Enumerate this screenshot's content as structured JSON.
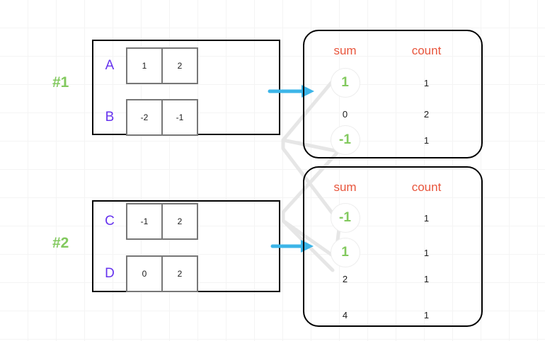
{
  "groups": [
    {
      "label": "#1",
      "rows": [
        {
          "name": "A",
          "cells": [
            "1",
            "2"
          ]
        },
        {
          "name": "B",
          "cells": [
            "-2",
            "-1"
          ]
        }
      ]
    },
    {
      "label": "#2",
      "rows": [
        {
          "name": "C",
          "cells": [
            "-1",
            "2"
          ]
        },
        {
          "name": "D",
          "cells": [
            "0",
            "2"
          ]
        }
      ]
    }
  ],
  "tables": [
    {
      "headers": {
        "sum": "sum",
        "count": "count"
      },
      "rows": [
        {
          "sum": "1",
          "count": "1",
          "highlight": true
        },
        {
          "sum": "0",
          "count": "2",
          "highlight": false
        },
        {
          "sum": "-1",
          "count": "1",
          "highlight": true
        }
      ]
    },
    {
      "headers": {
        "sum": "sum",
        "count": "count"
      },
      "rows": [
        {
          "sum": "-1",
          "count": "1",
          "highlight": true
        },
        {
          "sum": "1",
          "count": "1",
          "highlight": true
        },
        {
          "sum": "2",
          "count": "1",
          "highlight": false
        },
        {
          "sum": "4",
          "count": "1",
          "highlight": false
        }
      ]
    }
  ],
  "colors": {
    "group_label": "#82c95e",
    "row_name": "#6633ee",
    "table_header": "#e8553c",
    "highlight_value": "#82c95e",
    "arrow": "#3cb5e8",
    "connector": "#e6e6e6",
    "grid": "#f4f4f4",
    "box_border": "#000000",
    "cell_border": "#777777"
  },
  "icons": {
    "arrow_top": "right-arrow-icon",
    "arrow_bottom": "right-arrow-icon"
  }
}
